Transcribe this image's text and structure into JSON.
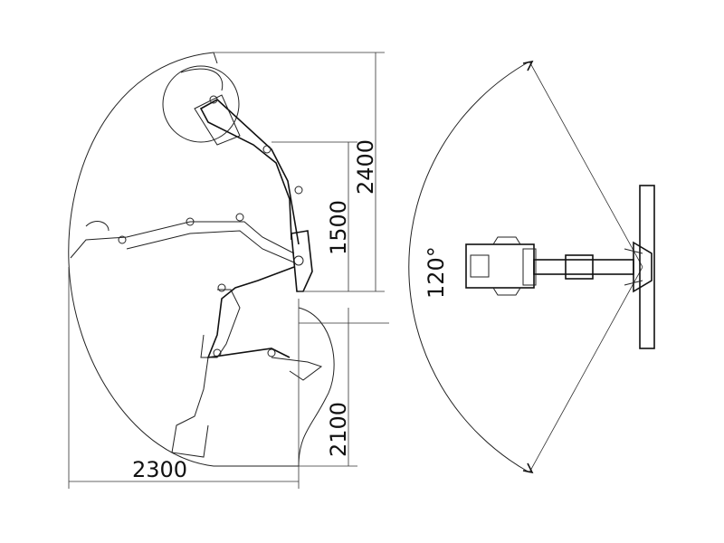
{
  "dimensions": {
    "max_height": "2400",
    "pivot_height": "1500",
    "dig_depth": "2100",
    "reach": "2300",
    "swing_angle": "120°"
  }
}
